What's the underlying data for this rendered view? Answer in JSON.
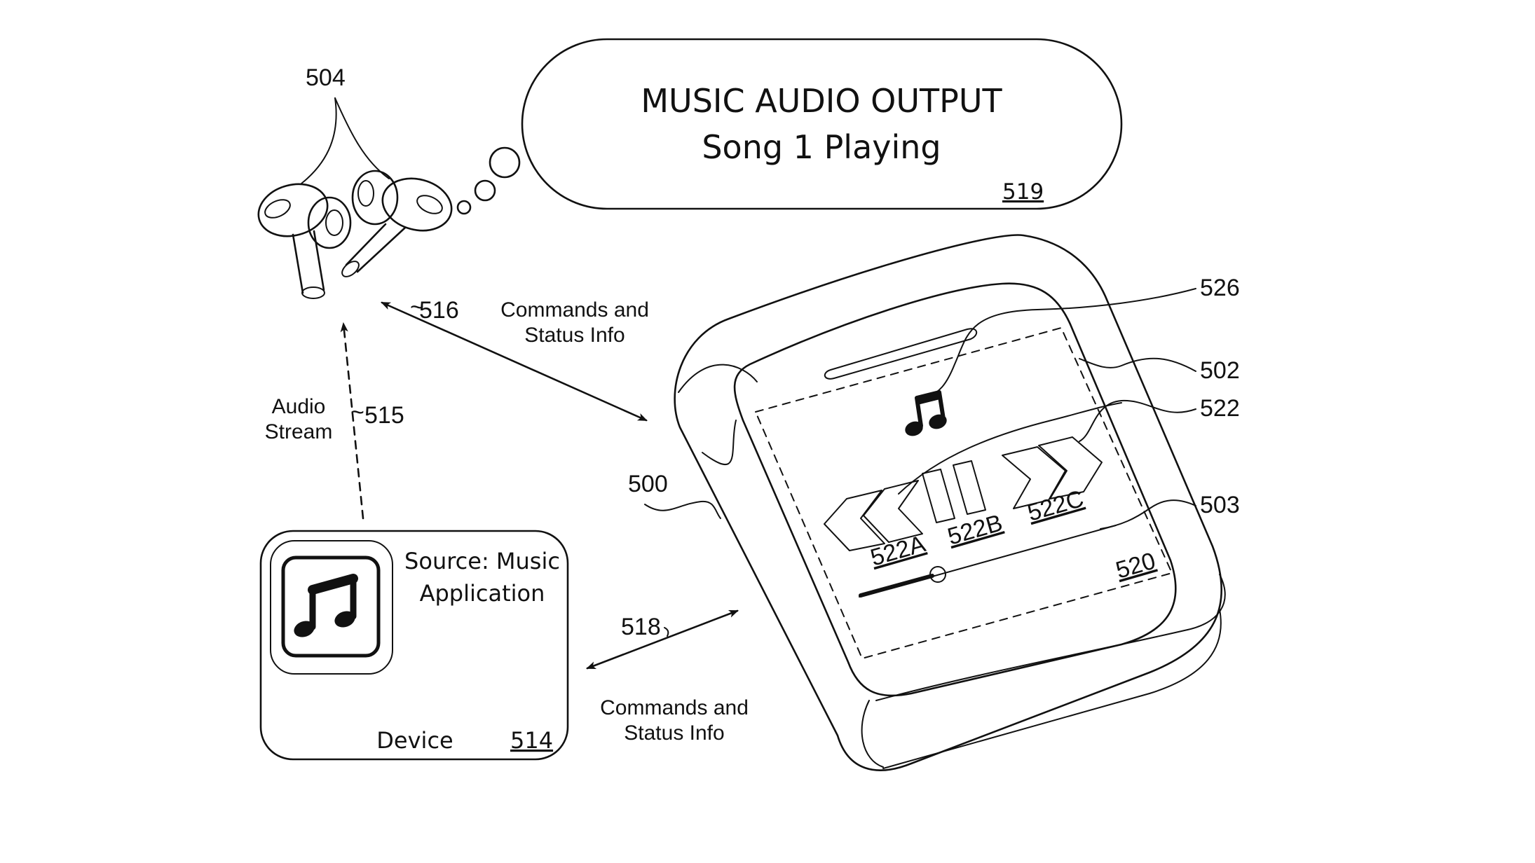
{
  "bubble": {
    "line1": "MUSIC AUDIO OUTPUT",
    "line2": "Song 1 Playing",
    "ref": "519"
  },
  "earbuds": {
    "ref": "504"
  },
  "links": {
    "earbuds_case_label_1": "Commands and",
    "earbuds_case_label_2": "Status Info",
    "earbuds_case_ref": "516",
    "audio_label_1": "Audio",
    "audio_label_2": "Stream",
    "audio_ref": "515",
    "device_case_label_1": "Commands and",
    "device_case_label_2": "Status Info",
    "device_case_ref": "518"
  },
  "device": {
    "source_line1": "Source: Music",
    "source_line2": "Application",
    "name": "Device",
    "ref": "514"
  },
  "case": {
    "ref_case": "500",
    "ref_indicator": "526",
    "ref_lid": "502",
    "ref_controls": "522",
    "ref_edge": "503",
    "ref_display": "520",
    "ref_prev": "522A",
    "ref_pause": "522B",
    "ref_next": "522C"
  },
  "icons": {
    "music_note_case": "music-note-icon",
    "music_app": "music-app-icon",
    "prev": "rewind-icon",
    "pause": "pause-icon",
    "next": "fast-forward-icon"
  }
}
